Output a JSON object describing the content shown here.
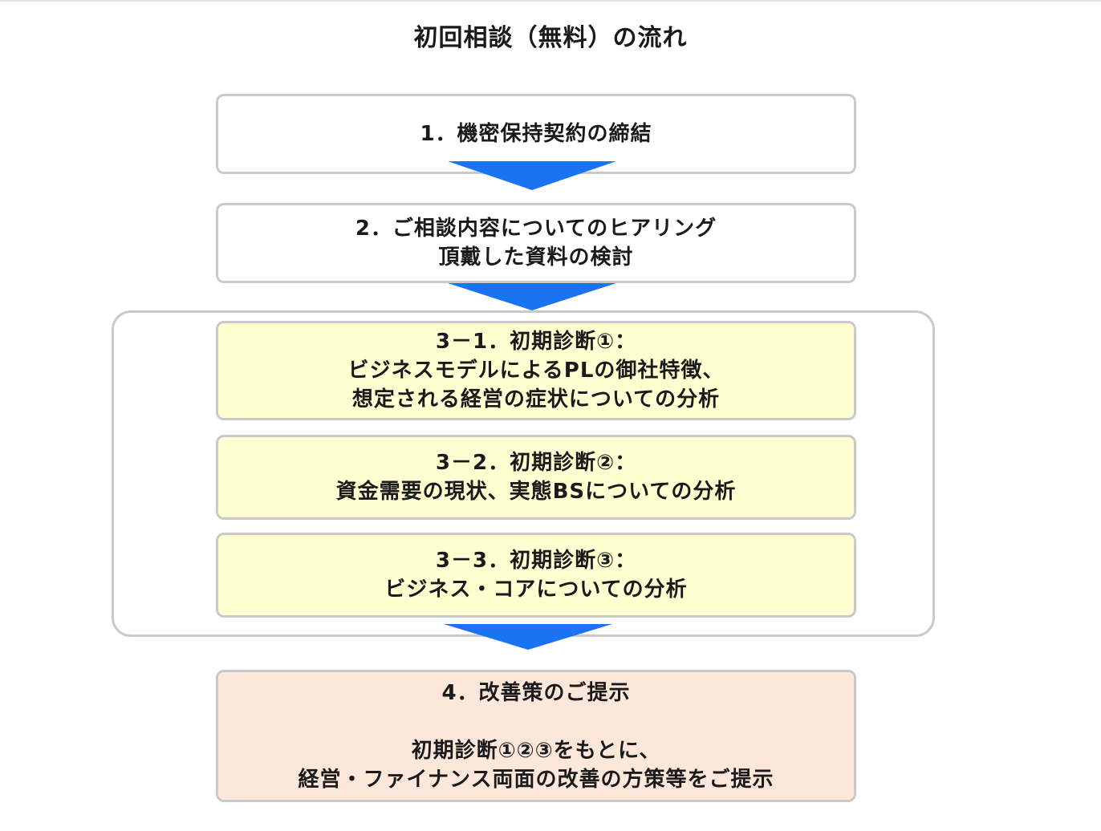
{
  "title": "初回相談（無料）の流れ",
  "steps": {
    "step1": {
      "lines": [
        "1．機密保持契約の締結"
      ]
    },
    "step2": {
      "lines": [
        "2．ご相談内容についてのヒアリング",
        "頂戴した資料の検討"
      ]
    },
    "step3_1": {
      "lines": [
        "3－1．初期診断①：",
        "ビジネスモデルによるPLの御社特徴、",
        "想定される経営の症状についての分析"
      ]
    },
    "step3_2": {
      "lines": [
        "3－2．初期診断②：",
        "資金需要の現状、実態BSについての分析"
      ]
    },
    "step3_3": {
      "lines": [
        "3－3．初期診断③：",
        "ビジネス・コアについての分析"
      ]
    },
    "step4": {
      "lines": [
        "4．改善策のご提示",
        "初期診断①②③をもとに、",
        "経営・ファイナンス両面の改善の方策等をご提示"
      ]
    }
  },
  "colors": {
    "arrow": "#1a73f0",
    "box_border": "#c9c9c9",
    "diagnosis_fill": "#ffffd2",
    "proposal_fill": "#fde7db"
  },
  "icons": [
    "down-arrow-icon"
  ]
}
